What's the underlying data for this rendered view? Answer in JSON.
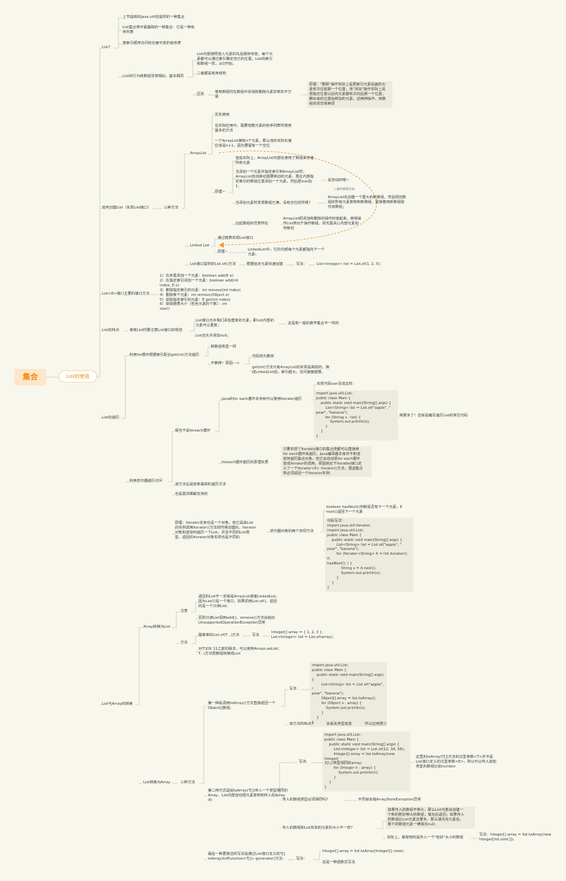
{
  "root": "集合",
  "main": "List的使用",
  "n1": "List?",
  "n2": "上节提到的java.util包提供的一种集合",
  "n3": "List集合类中最基础的一种集合：它是一种有\n序列表",
  "n4": "按索引顺序访问的长度可变的有序表",
  "n5": "List的行为和数组非常相似，基本相同",
  "n6": "List内部按照放入元素的先后顺序存放，每个元\n素都可以通过索引确定自己的位置，List的索引\n和数组一样，从0开始；",
  "n7": "二者都是有序结构",
  "n8": "区别",
  "n9": "使用数组时在数组中添加和删除元素非常的不方\n便",
  "n10": "原理：\"删除\"操作实际上是把索引元素后面的元\n素依次往前挪一个位置，而\"添加\"操作实际上是\n把指定位置以后的元素都依次向后挪一个位置，\n腾出来的位置给新加的元素。这两种操作，用数\n组实现非常麻烦",
  "n11": "如何创建List（实现List接口）",
  "n12": "三种方法",
  "n13": "ArrayList",
  "n14": "优先使用",
  "n15": "在实际应用中，需要增删元素的有序列表时候用\n最多的方法",
  "n16": "一个ArrayList拥有n个元素，那么他的实际长度\n应该是n+1，因为要留有一个空位",
  "n17": "原理~",
  "n18": "但是实际上，ArrayList内部也使用了数组来存储\n所有元素",
  "n19": "当添加一个元素并指定索引到ArrayList时，\nArrayList自动移动需要移动的元素，再往内部指\n定索引的数组位置添加一个元素，然后把size加\n1;",
  "n20": "是自动的哦~",
  "n21": "二者的相同之处",
  "n22": "当添加元素时发现数组已满，没有空位的时候?",
  "n23": "ArrayList先创建一个更大的新数组，然后把旧数\n组的所有元素复制到新数组，紧接着用新数组取\n代旧数组；",
  "n24": "比起数组的优势所在",
  "n25": "ArrayList把添加和删除的操作封装起来，使得操\n作List类似于操作数组，却无需关心内部元素如\n何移动",
  "n26": "Linked List",
  "n27": "通过链表实现List接口",
  "n28": "原理~",
  "n29": "LinkedList中，它的内部每个元素都指向下一个\n元素;",
  "n30": "List接口提供的List.of()方法",
  "n31": "根据给定元素快速创建",
  "n32": "写法：",
  "n33": "List<Integer> list = List.of(1, 2, 5);",
  "n34": "List<E>接口主要的接口方法",
  "n35": "1）在末尾添加一个元素：boolean add(E e)\n2）在指定索引添加一个元素：boolean add(int\nindex, E e)\n3）删除指定索引的元素：int remove(int index)\n4）删除某个元素：int remove(Object e)\n5）获取指定索引的元素：E get(int index)\n6）获取链表大小（包含元素的个数）：int\nsize()",
  "n36": "List的特点",
  "n37": "使用List时要注意List接口的规范",
  "n38": "List接口允许我们添加重复的元素，即List内部的\n元素可以重复；",
  "n39": "这是和一般的数学集合不一样的",
  "n40": "List还允许添加null；",
  "n41": "List的遍历",
  "n42": "利用for循环根据索引配合get(int)方法遍历",
  "n43": "和数组类型一样",
  "n44": "不推荐！原因--->",
  "n45": "代码较为繁琐",
  "n46": "get(int)方法只有ArrayList的实现是高效的，换\n成LinkedList后，索引越大，访问速度越慢。",
  "n47": "利用迭代器遍历访问",
  "n48": "相当于是foreach循环",
  "n49": "Java的for each循环本身就可以使用Iterator遍历",
  "n50": "实现代码can写成这样：",
  "n51": "import java.util.List;\npublic class Main {\n    public static void main(String[] args) {\n        List<String> list = List.of(\"apple\", \"\npear\", \"banana\");\n        for (String s : list) {\n            System.out.println(s);\n        }\n    }\n}",
  "n52": "简便多了！这就是编写遍历List的常见代码",
  "n53": "foreach循环遍历的原理实质",
  "n54": "只要实现了Iterable接口的集合类都可以直接用\nfor each循环来遍历，Java编译器本身并不知道\n如何遍历集合对象，但它会自动把for each循环\n变成Iterator的调用，原因就在于Iterable接口定\n义了一个Iterator<E> iterator()方法，强迫集合\n类必须返回一个Iterator实例;",
  "n55": "该方法总是效率最高的遍历方法",
  "n56": "也是需详细解支持的",
  "n57": "原理：Iterator本身也是一个对象，但它是由List\n的实例调用iterator()方法的时候创建的。Iterator\n对象知道如何遍历一个List，并且不同的List类\n型，返回的Iterator对象实现也是不同的",
  "n58": "迭代器对象的两个实现方法",
  "n59": "boolean hasNext()判断是否有下一个元素，E\nnext()返回下一个元素",
  "n60": "代码写法：\nimport java.util.Iterator;\nimport java.util.List;\npublic class Main {\n    public static void main(String[] args) {\n        List<String> list = List.of(\"apple\", \"\npear\", \"banana\");\n        for (Iterator<String> it = list.iterator(); it.\nhasNext(); ) {\n            String s = it.next();\n            System.out.println(s);\n        }\n    }\n}",
  "n61": "List与Array的转换",
  "n62": "Array转换为List",
  "n63": "注意",
  "n64": "返回的List不一定就是ArrayList或者LinkedList，\n因为List只是一个接口，如果调用List.of()，返回\n的是一个只读List;",
  "n65": "否则只读List调用add()、remove()方法会抛出\nUnsupportedOperationException异常",
  "n66": "方法",
  "n67": "最简单的List.of(T...)方法",
  "n68": "写法",
  "n69": "Integer[] array = { 1, 2, 3 };\nList<Integer> list = List.of(array);",
  "n70": "对于JDK 11之前的版本，可以使用Arrays.asList(\nT...)方法把数组转换成List",
  "n71": "List转换为Array",
  "n72": "三种方法",
  "n73": "第一种是调用toArray()方法直接返回一个\nObject[]数组;",
  "n74": "写法：",
  "n75": "import java.util.List;\npublic class Main {\n    public static void main(String[] args) {\n        List<String> list = List.of(\"apple\", \"\npear\", \"banana\");\n        Object[] array = list.toArray();\n        for (Object s : array) {\n            System.out.println(s);\n        }\n    }\n}",
  "n76": "该方法的缺点?",
  "n77": "会丢失类型信息",
  "n78": "所以应用很少",
  "n79": "第二种方式是给toArray(T[])传入一个类型相同的\nArray，List内部自动把元素复制到传入的Array\n中;",
  "n80": "写法:",
  "n81": "import java.util.List;\npublic class Main {\n    public static void main(String[] args) {\n        List<Integer> list = List.of(12, 34, 56);\n        Integer[] array = list.toArray(new Integer[\n3]);//类型相同的array;\n        for (Integer n : array) {\n            System.out.println(n);\n        }\n    }\n}",
  "n82": "这里的toArray(T[])方法的泛型参数<T>并不是\nList接口定义的泛型参数<E>，所以可以传入其他\n类型的数组比如number",
  "n83": "传入的数组类型必须相同吗?",
  "n84": "不同就会抛ArrayStoreException异常",
  "n85": "传入的数组和List实际的元素的大小不一样?",
  "n86": "如果传入的数组不够大，那么List内部会创建一\n个新的刚好够大的数组，填充后返回；如果传入\n的数组比List元素还要多，那么填充完元素后，\n剩下的数组元素一律填充null;",
  "n87": "实际上，最常用的是传入一个\"恰好\"大小的数组",
  "n88": "写法：Integer[] array = list.toArray(new\nInteger[list.size()]);",
  "n89": "最后一种更简洁的写法是通过List接口定义的T[]\ntoArray(IntFunction<T[]> generator)方法：",
  "n90": "写法：",
  "n91": "Integer[] array = list.toArray(Integer[]::new);",
  "n92": "这是一种函数式写法",
  "colors": {
    "accent": "#f18a12",
    "line": "#c8c8b0",
    "bg": "#f7f7ee"
  }
}
